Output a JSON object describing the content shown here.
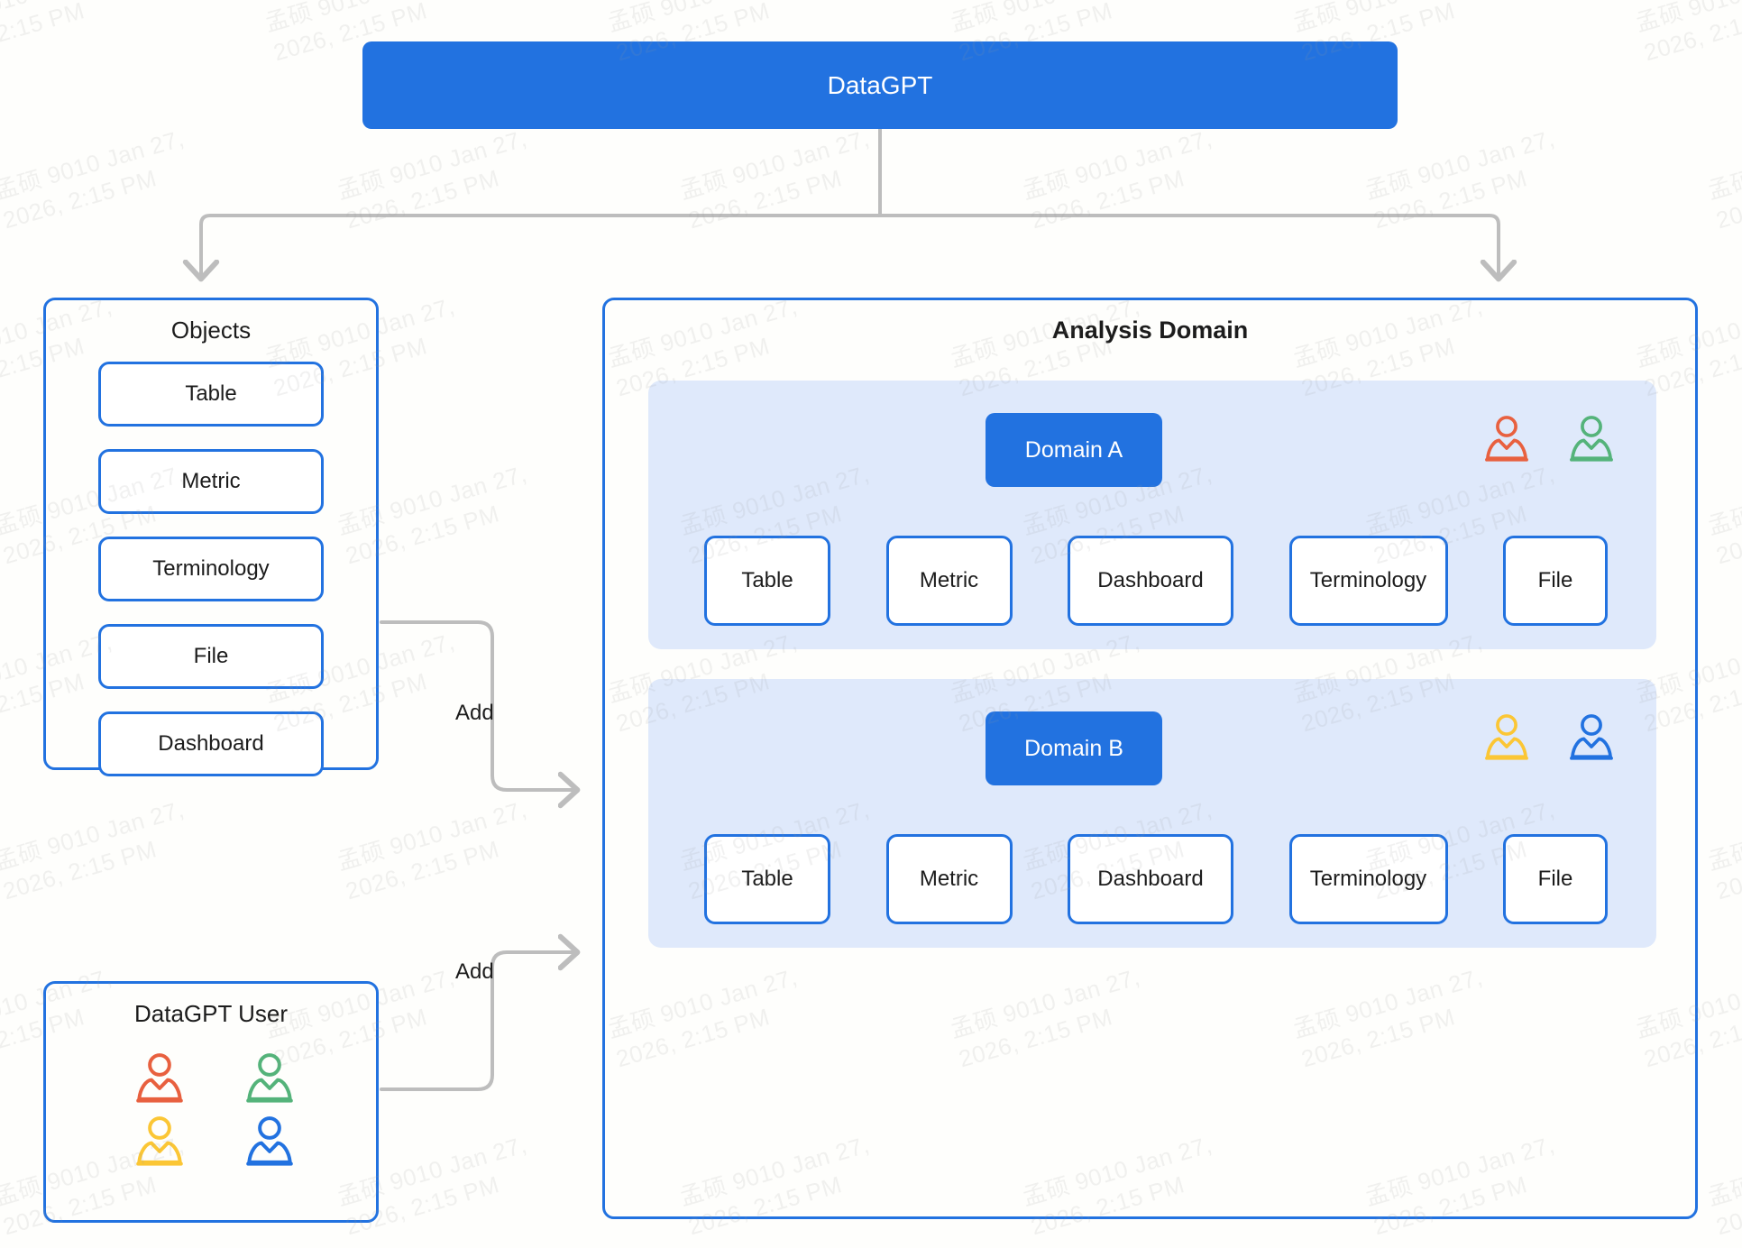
{
  "page": {
    "background_color": "#fefefc",
    "accent_blue": "#2272e0",
    "panel_fill": "#dfe9fb",
    "connector_gray": "#bdbdbd",
    "watermark_text": "孟硕 9010 Jan 27,\n2026, 2:15 PM"
  },
  "header": {
    "title": "DataGPT"
  },
  "objects_panel": {
    "title": "Objects",
    "items": [
      {
        "label": "Table"
      },
      {
        "label": "Metric"
      },
      {
        "label": "Terminology"
      },
      {
        "label": "File"
      },
      {
        "label": "Dashboard"
      }
    ]
  },
  "users_panel": {
    "title": "DataGPT  User",
    "users": [
      {
        "name": "user-orange",
        "color": "#e8603f"
      },
      {
        "name": "user-green",
        "color": "#54b37a"
      },
      {
        "name": "user-yellow",
        "color": "#fbc635"
      },
      {
        "name": "user-blue",
        "color": "#2272e0"
      }
    ]
  },
  "connectors": {
    "add_objects_label": "Add",
    "add_users_label": "Add"
  },
  "analysis_domain": {
    "title": "Analysis Domain",
    "domains": [
      {
        "name": "Domain A",
        "users": [
          {
            "name": "user-orange",
            "color": "#e8603f"
          },
          {
            "name": "user-green",
            "color": "#54b37a"
          }
        ],
        "children": [
          {
            "label": "Table"
          },
          {
            "label": "Metric"
          },
          {
            "label": "Dashboard"
          },
          {
            "label": "Terminology"
          },
          {
            "label": "File"
          }
        ]
      },
      {
        "name": "Domain B",
        "users": [
          {
            "name": "user-yellow",
            "color": "#fbc635"
          },
          {
            "name": "user-blue",
            "color": "#2272e0"
          }
        ],
        "children": [
          {
            "label": "Table"
          },
          {
            "label": "Metric"
          },
          {
            "label": "Dashboard"
          },
          {
            "label": "Terminology"
          },
          {
            "label": "File"
          }
        ]
      }
    ]
  }
}
